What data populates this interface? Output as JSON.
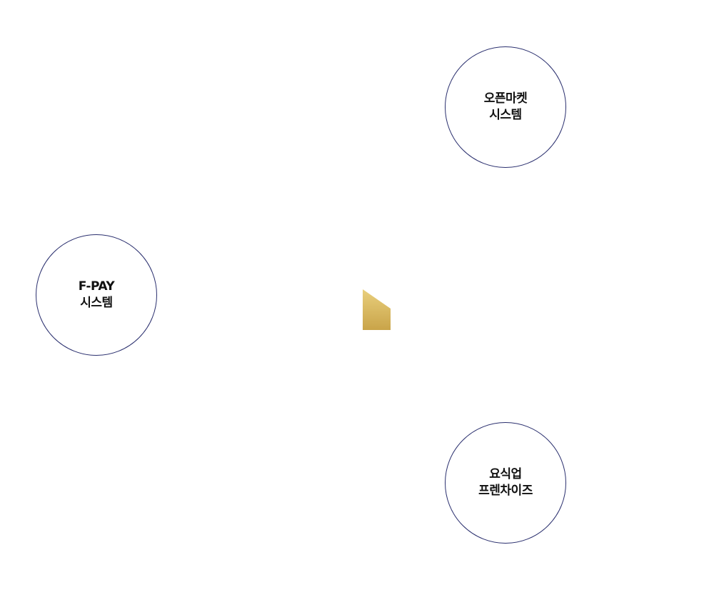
{
  "nodes": {
    "open_market": {
      "line1": "오픈마켓",
      "line2": "시스템"
    },
    "fpay": {
      "line1": "F-PAY",
      "line2": "시스템"
    },
    "franchise": {
      "line1": "요식업",
      "line2": "프렌차이즈"
    }
  },
  "colors": {
    "node_border": "#2a2f6e",
    "center_gradient_top": "#e9cf7d",
    "center_gradient_bottom": "#c9a449"
  },
  "icons": {
    "center": "gold-pentagon-shape"
  }
}
